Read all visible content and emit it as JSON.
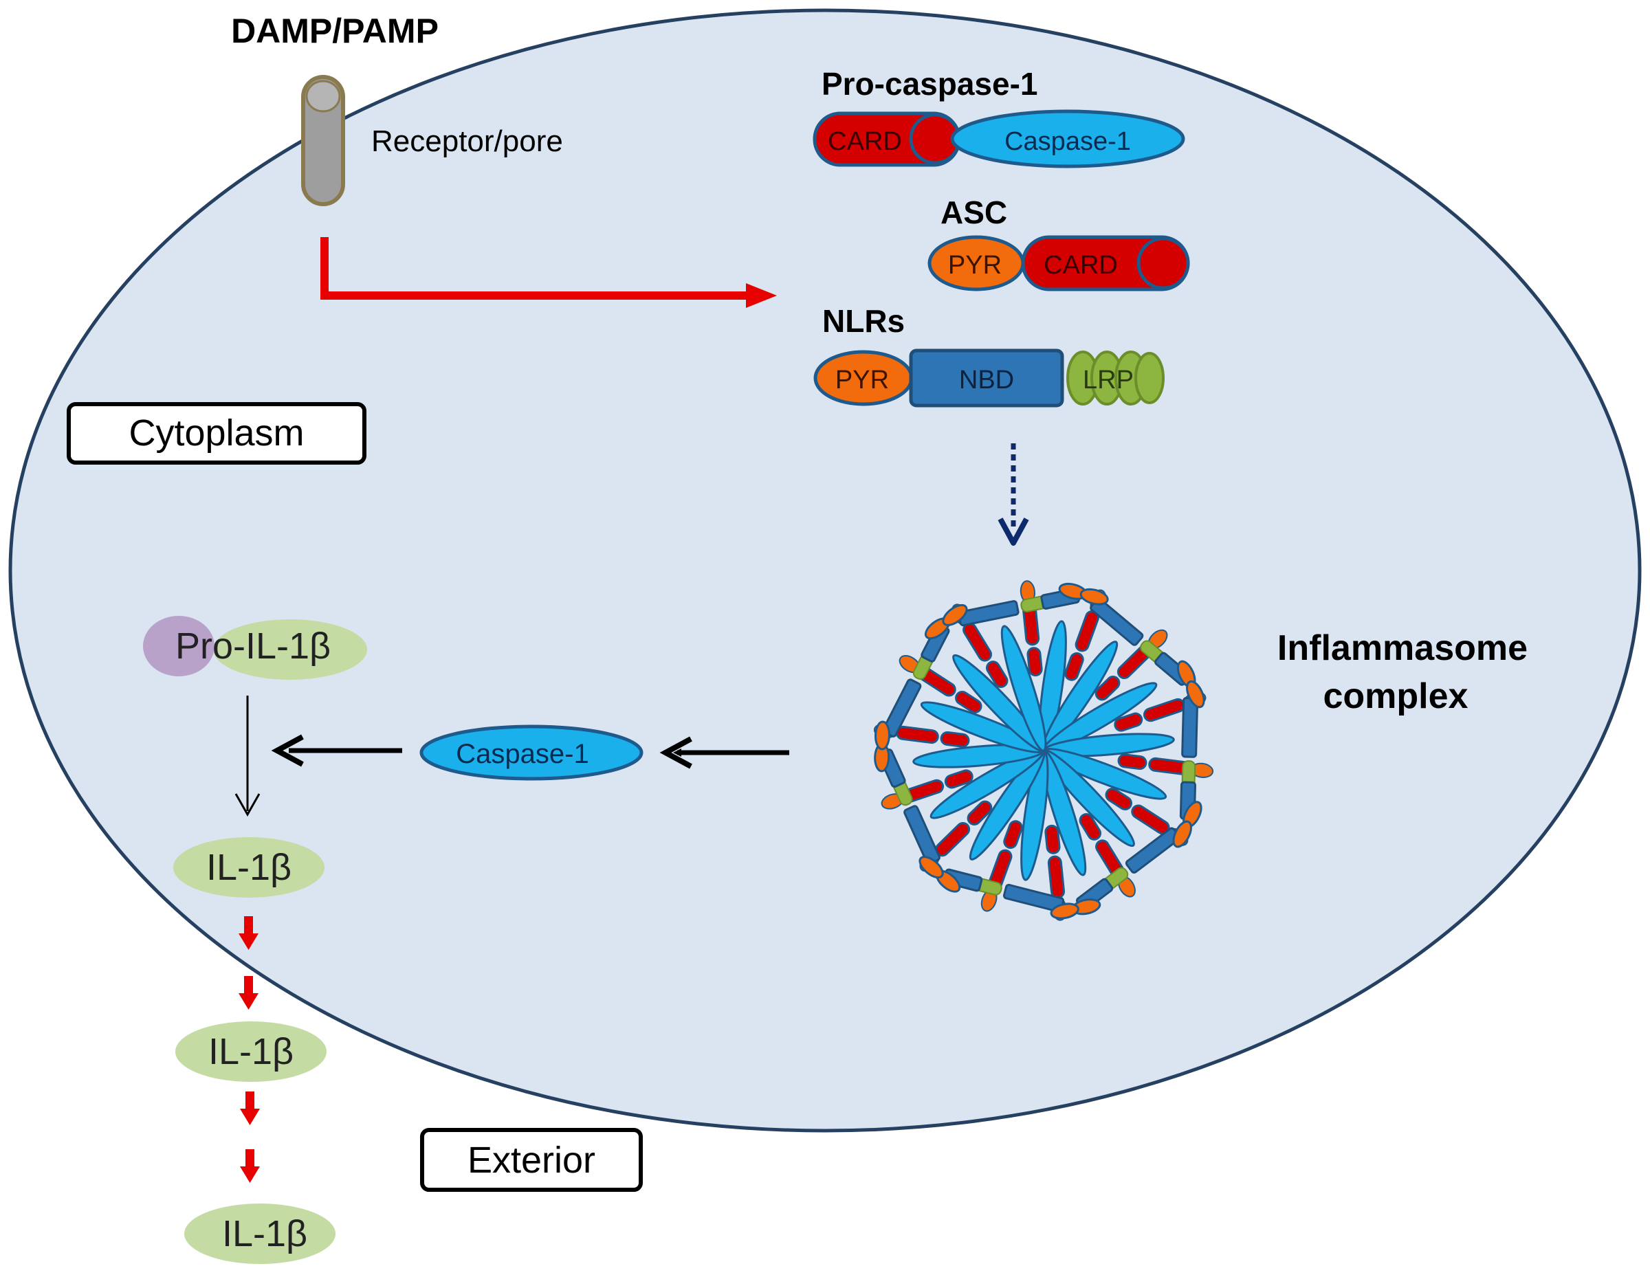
{
  "labels": {
    "damp_pamp": "DAMP/PAMP",
    "receptor_pore": "Receptor/pore",
    "pro_caspase_1": "Pro-caspase-1",
    "asc": "ASC",
    "nlrs": "NLRs",
    "cytoplasm": "Cytoplasm",
    "exterior": "Exterior",
    "inflammasome_line1": "Inflammasome",
    "inflammasome_line2": "complex"
  },
  "domains": {
    "card": "CARD",
    "caspase_1": "Caspase-1",
    "pyr": "PYR",
    "nbd": "NBD",
    "lrp": "LRP"
  },
  "pathway": {
    "caspase_1": "Caspase-1",
    "pro_il_1b": "Pro-IL-1β",
    "il_1b": "IL-1β"
  },
  "colors": {
    "cell_fill": "#dbe5f1",
    "cell_stroke": "#254061",
    "card_red": "#d40000",
    "caspase_blue": "#1ab0ec",
    "pyr_orange": "#f26c0e",
    "nbd_blue": "#2e75b6",
    "lrp_green": "#8db640",
    "il1b_green": "#c4dca4",
    "pro_purple": "#b8a2ca",
    "arrow_red": "#e60000",
    "receptor_gray": "#9e9e9e",
    "receptor_stroke": "#8a7a50"
  }
}
